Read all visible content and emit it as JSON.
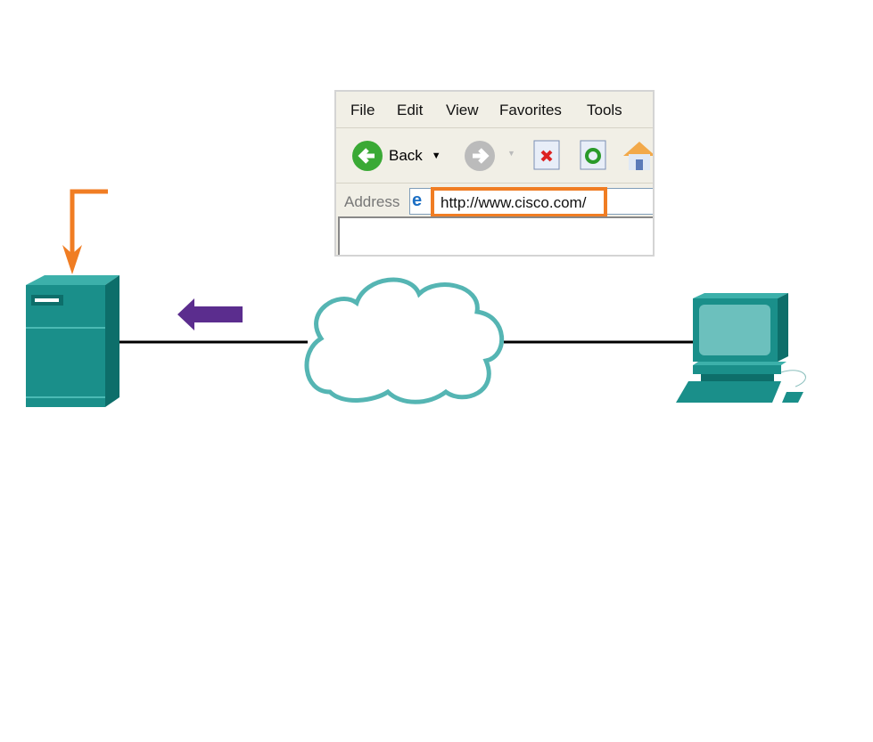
{
  "browser": {
    "menu": [
      "File",
      "Edit",
      "View",
      "Favorites",
      "Tools"
    ],
    "back_label": "Back",
    "address_label": "Address",
    "url": "http://www.cisco.com/"
  },
  "colors": {
    "teal": "#1a8f8a",
    "orange": "#f07d23",
    "purple": "#5b2d8e",
    "cloud": "#2aa3a0"
  }
}
